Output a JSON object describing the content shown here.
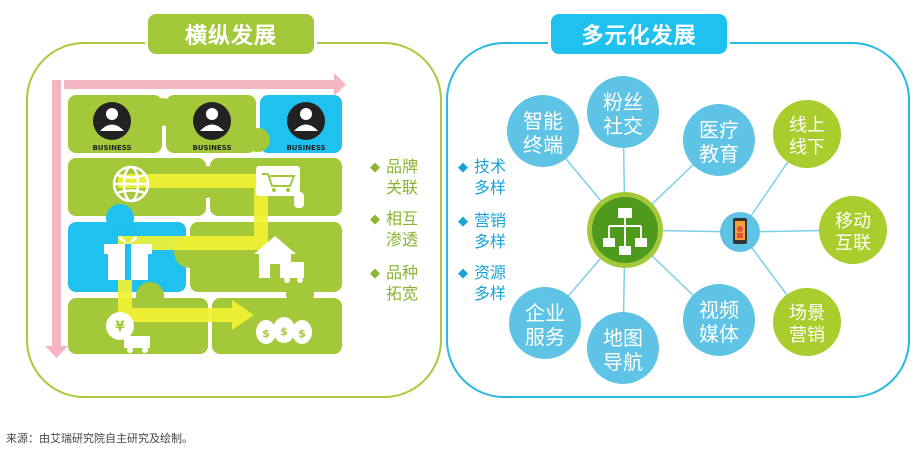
{
  "left": {
    "title": "横纵发展",
    "business_label": "BUSINESS",
    "labels": [
      {
        "line1": "品牌",
        "line2": "关联"
      },
      {
        "line1": "相互",
        "line2": "渗透"
      },
      {
        "line1": "品种",
        "line2": "拓宽"
      }
    ]
  },
  "right": {
    "title": "多元化发展",
    "labels": [
      {
        "line1": "技术",
        "line2": "多样"
      },
      {
        "line1": "营销",
        "line2": "多样"
      },
      {
        "line1": "资源",
        "line2": "多样"
      }
    ],
    "nodes": [
      {
        "line1": "智能",
        "line2": "终端"
      },
      {
        "line1": "粉丝",
        "line2": "社交"
      },
      {
        "line1": "医疗",
        "line2": "教育"
      },
      {
        "line1": "企业",
        "line2": "服务"
      },
      {
        "line1": "地图",
        "line2": "导航"
      },
      {
        "line1": "视频",
        "line2": "媒体"
      },
      {
        "line1": "线上",
        "line2": "线下"
      },
      {
        "line1": "移动",
        "line2": "互联"
      },
      {
        "line1": "场景",
        "line2": "营销"
      }
    ]
  },
  "colors": {
    "green": "#a3c83a",
    "blue": "#1fc1ee",
    "node_blue": "#5ec3e4",
    "node_green": "#a8cd2c",
    "hub_green": "#4e9a1d",
    "track_yellow": "#f2f233",
    "arrow_pink": "#f4b6c2"
  },
  "source": "来源：由艾瑞研究院自主研究及绘制。"
}
